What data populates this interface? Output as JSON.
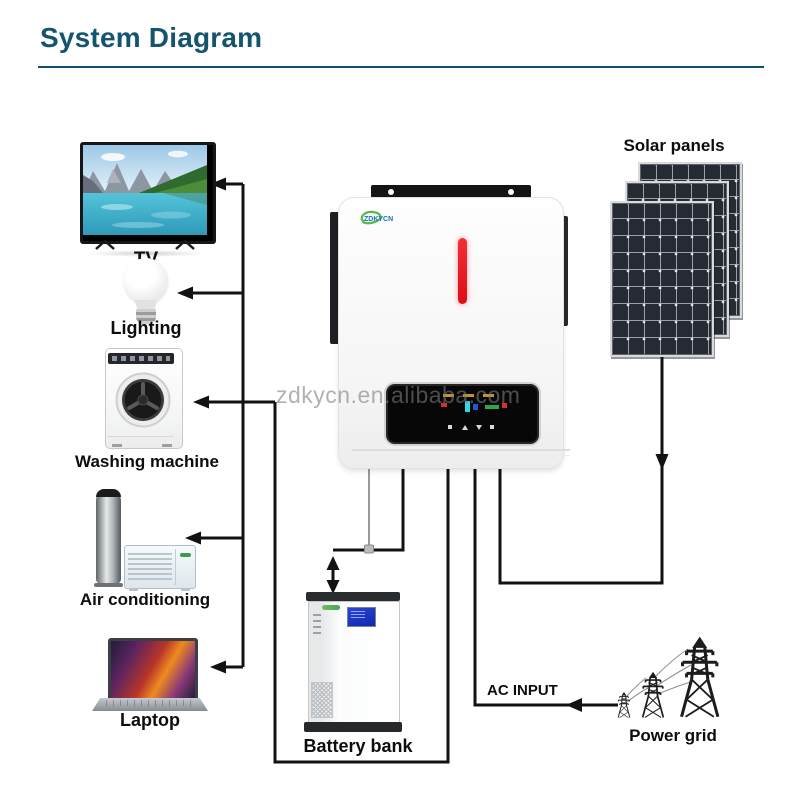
{
  "title": {
    "text": "System Diagram"
  },
  "watermark": {
    "text": "zdkycn.en.alibaba.com"
  },
  "loads": {
    "items": [
      {
        "label": "TV"
      },
      {
        "label": "Lighting"
      },
      {
        "label": "Washing machine"
      },
      {
        "label": "Air conditioning"
      },
      {
        "label": "Laptop"
      }
    ]
  },
  "solar": {
    "label": "Solar panels"
  },
  "inverter": {
    "brand": "ZDKYCN"
  },
  "battery": {
    "label": "Battery bank"
  },
  "power_grid": {
    "label": "Power grid"
  },
  "ac_input": {
    "label": "AC INPUT"
  },
  "colors": {
    "accent": "#14546f",
    "wire": "#121212",
    "led_bar": "#ee1c23"
  }
}
